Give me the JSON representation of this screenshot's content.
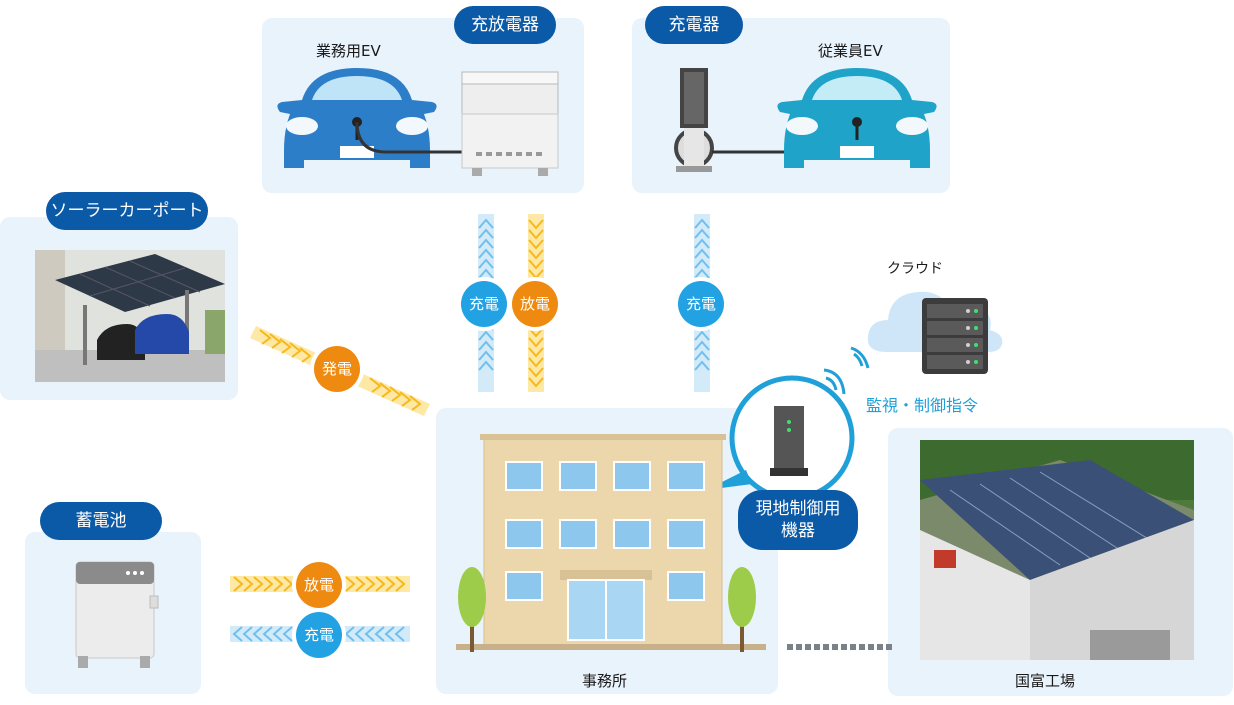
{
  "pills": {
    "charger_discharger": "充放電器",
    "charger": "充電器",
    "solar_carport": "ソーラーカーポート",
    "storage_battery": "蓄電池",
    "local_control_device": "現地制御用\n機器"
  },
  "labels": {
    "business_ev": "業務用EV",
    "employee_ev": "従業員EV",
    "cloud": "クラウド",
    "monitoring_control": "監視・制御指令",
    "office": "事務所",
    "kunitomi_factory": "国富工場"
  },
  "flows": {
    "charge": "充電",
    "discharge": "放電",
    "generation": "発電"
  },
  "colors": {
    "navy_pill": "#0b5aa8",
    "panel_bg": "#e9f3fb",
    "charge_blue": "#22a2e3",
    "discharge_orange": "#ef8a10",
    "monitor_text": "#1fa0d8"
  }
}
